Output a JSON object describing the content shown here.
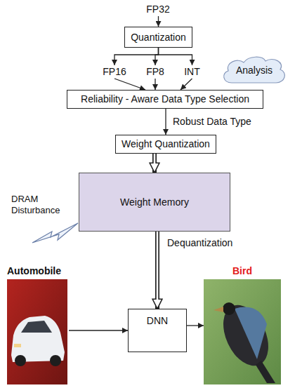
{
  "diagram": {
    "nodes": [
      {
        "text": [
          "FP32"
        ]
      },
      {
        "text": [
          "Quantization"
        ]
      },
      {
        "text": [
          "FP16"
        ]
      },
      {
        "text": [
          "FP8"
        ]
      },
      {
        "text": [
          "INT"
        ]
      },
      {
        "text": [
          "Analysis"
        ]
      },
      {
        "text": [
          "Reliability - Aware Data Type Selection"
        ]
      },
      {
        "text": [
          "Weight Quantization"
        ]
      },
      {
        "text": [
          "Weight Memory"
        ]
      },
      {
        "text": [
          "Automobile"
        ]
      },
      {
        "text": [
          "DNN"
        ]
      },
      {
        "text": [
          "Bird"
        ]
      }
    ],
    "edges": [
      {
        "from": 0,
        "to": 1,
        "arrow": "to"
      },
      {
        "from": 1,
        "to": 2,
        "arrow": "to"
      },
      {
        "from": 1,
        "to": 3,
        "arrow": "to"
      },
      {
        "from": 1,
        "to": 4,
        "arrow": "to"
      },
      {
        "from": 2,
        "to": 6,
        "arrow": "to"
      },
      {
        "from": 3,
        "to": 6,
        "arrow": "to"
      },
      {
        "from": 4,
        "to": 6,
        "arrow": "to"
      },
      {
        "from": 6,
        "to": 7,
        "label": "Robust Data Type",
        "arrow": "to"
      },
      {
        "from": 7,
        "to": 8,
        "arrow": "to"
      },
      {
        "from": 8,
        "to": 10,
        "label": "Dequantization",
        "arrow": "to"
      },
      {
        "from": 9,
        "to": 10,
        "arrow": "to"
      },
      {
        "from": 10,
        "to": 11,
        "arrow": "to"
      }
    ],
    "labels": [
      "DRAM Disturbance"
    ]
  }
}
